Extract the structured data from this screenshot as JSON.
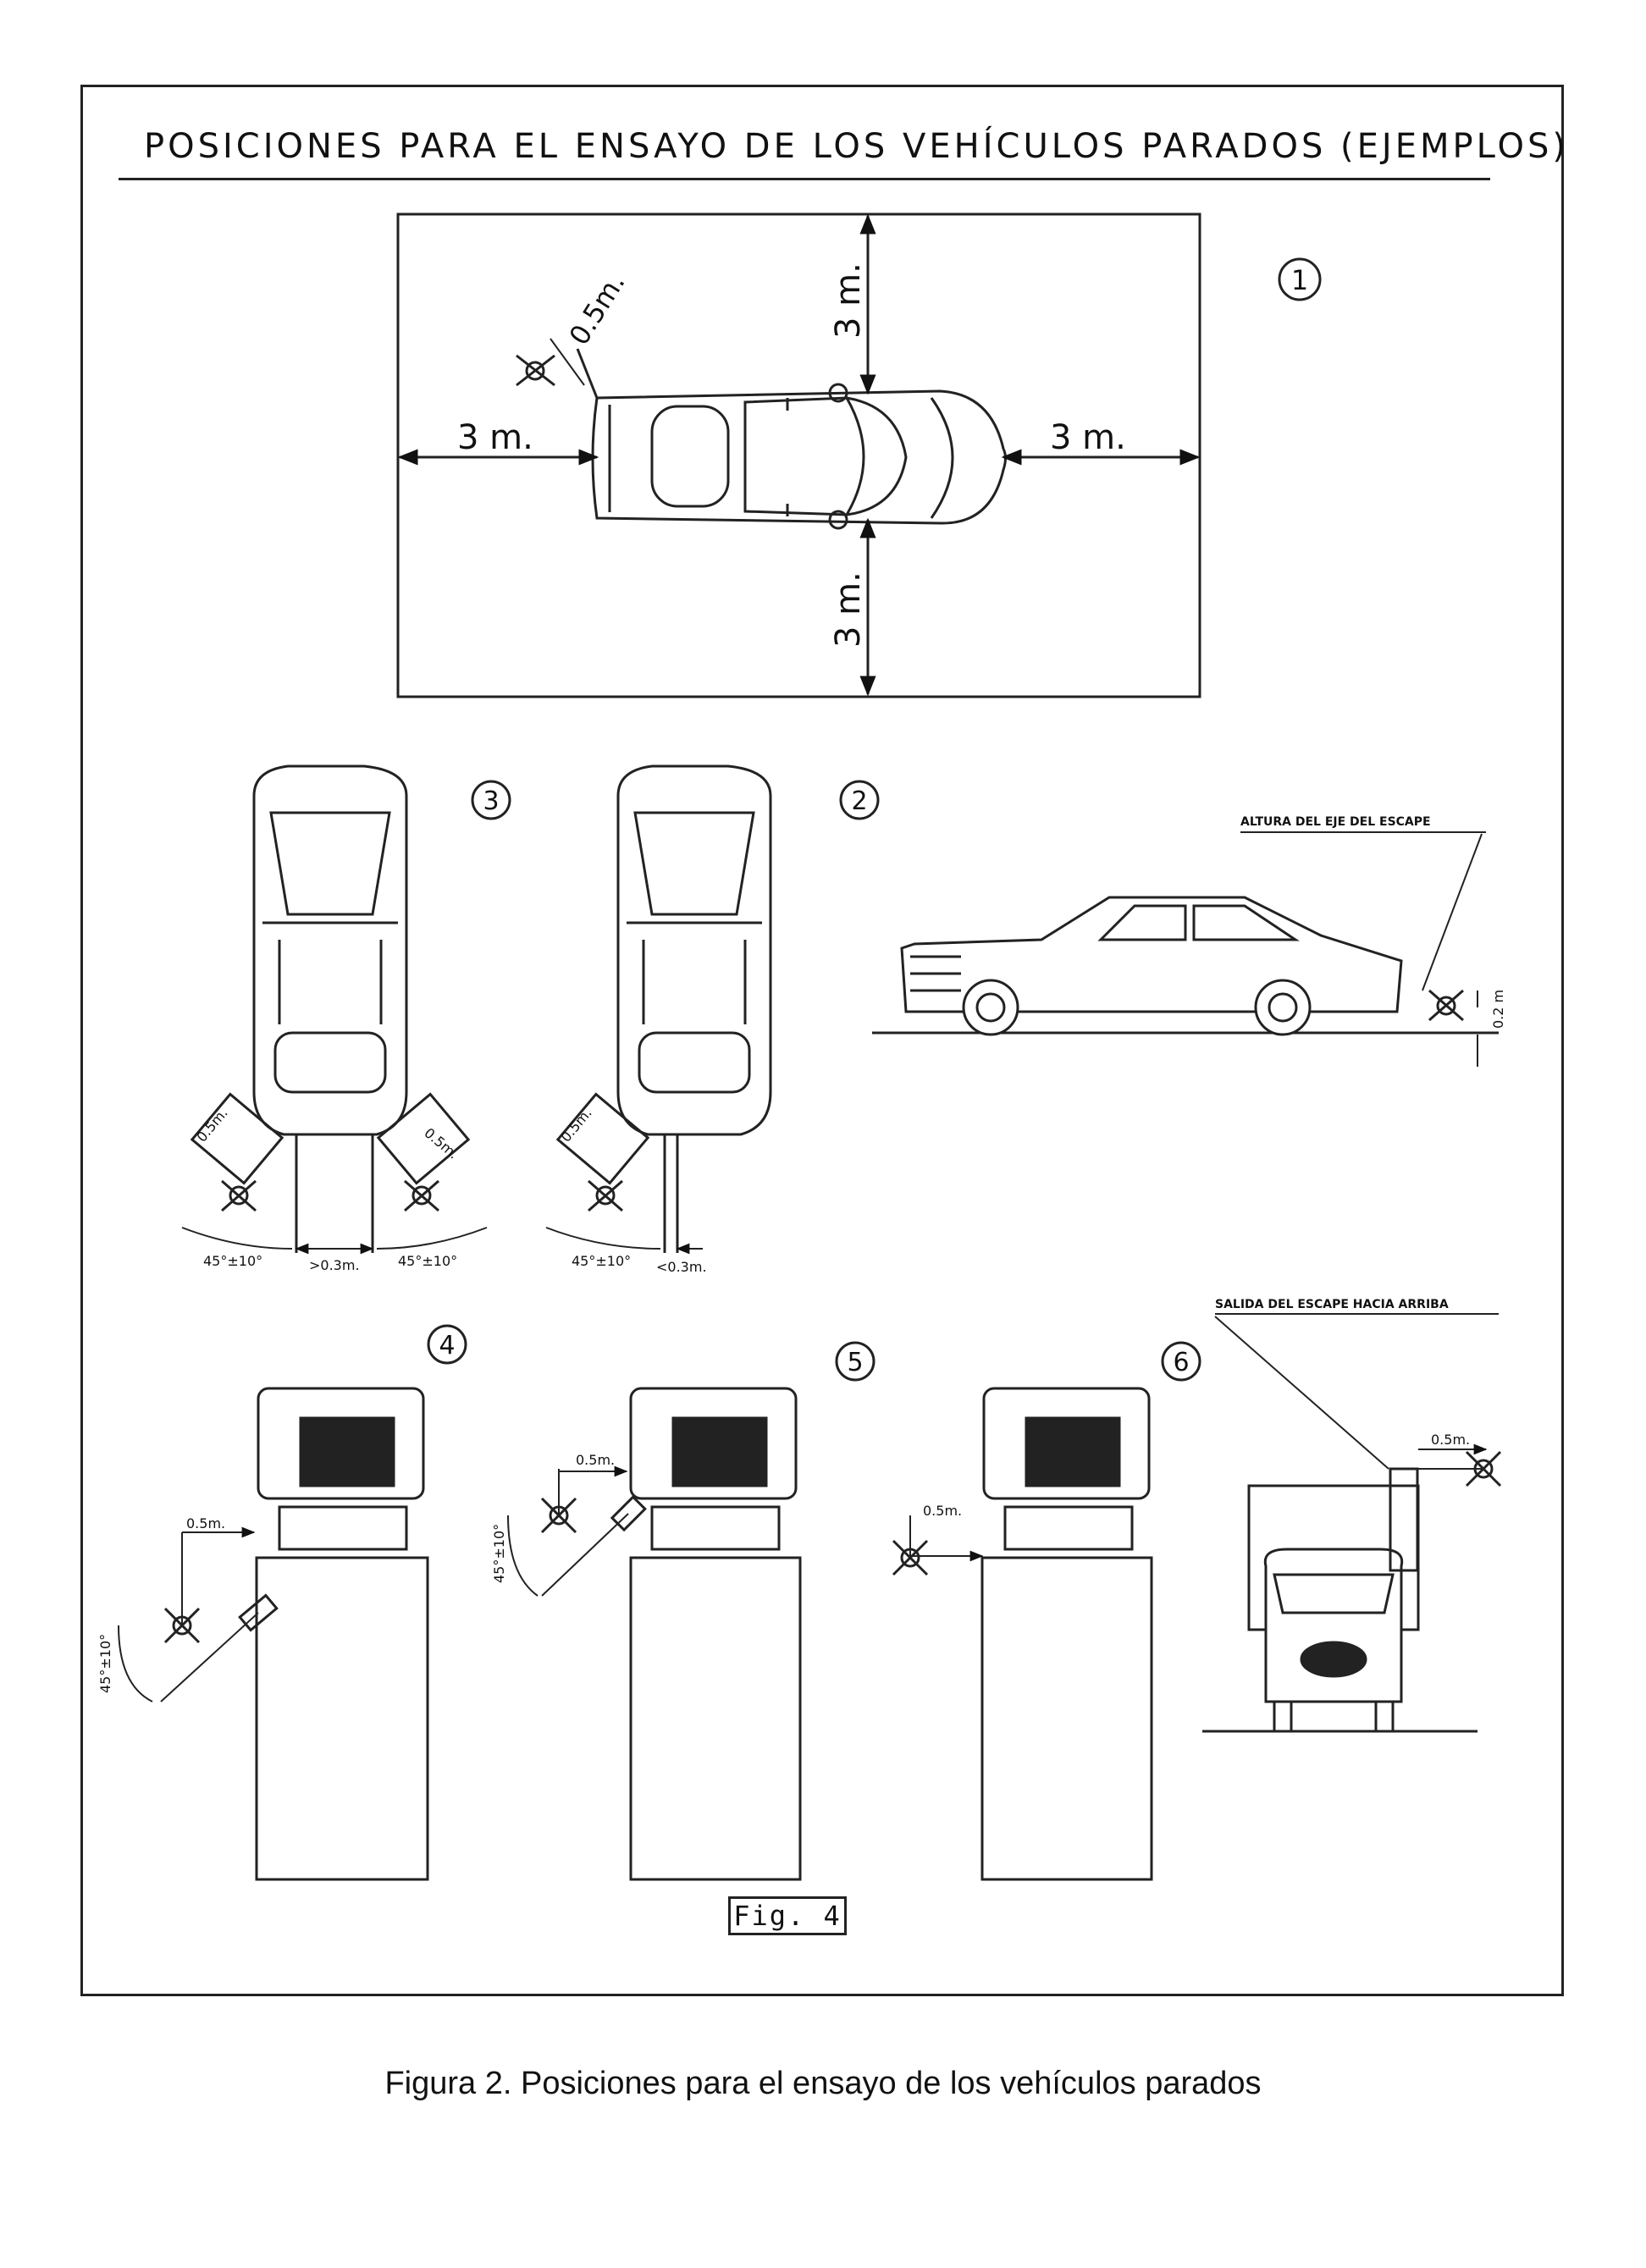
{
  "diagram": {
    "title": "POSICIONES PARA EL ENSAYO DE LOS VEHÍCULOS PARADOS (EJEMPLOS)",
    "figure_label": "Fig. 4",
    "caption": "Figura 2. Posiciones para el ensayo de los vehículos parados",
    "panels": {
      "p1": {
        "number": "1",
        "dist_left": "3 m.",
        "dist_right": "3 m.",
        "dist_top": "3 m.",
        "dist_bottom": "3 m.",
        "mic_dist": "0.5m."
      },
      "p2": {
        "number": "2",
        "mic_dist": "0.5m.",
        "angle": "45°±10°",
        "offset": "<0.3m."
      },
      "p3": {
        "number": "3",
        "mic_dist_left": "0.5m.",
        "mic_dist_right": "0.5m.",
        "angle_left": "45°±10°",
        "angle_right": "45°±10°",
        "gap": ">0.3m."
      },
      "side": {
        "label": "ALTURA DEL EJE DEL ESCAPE",
        "height": "0.2 m"
      },
      "p4": {
        "number": "4",
        "mic_dist": "0.5m.",
        "angle": "45°±10°"
      },
      "p5": {
        "number": "5",
        "mic_dist": "0.5m.",
        "angle": "45°±10°"
      },
      "p6": {
        "number": "6",
        "mic_dist": "0.5m.",
        "top_label": "SALIDA DEL ESCAPE HACIA ARRIBA",
        "right_dist": "0.5m."
      }
    }
  }
}
